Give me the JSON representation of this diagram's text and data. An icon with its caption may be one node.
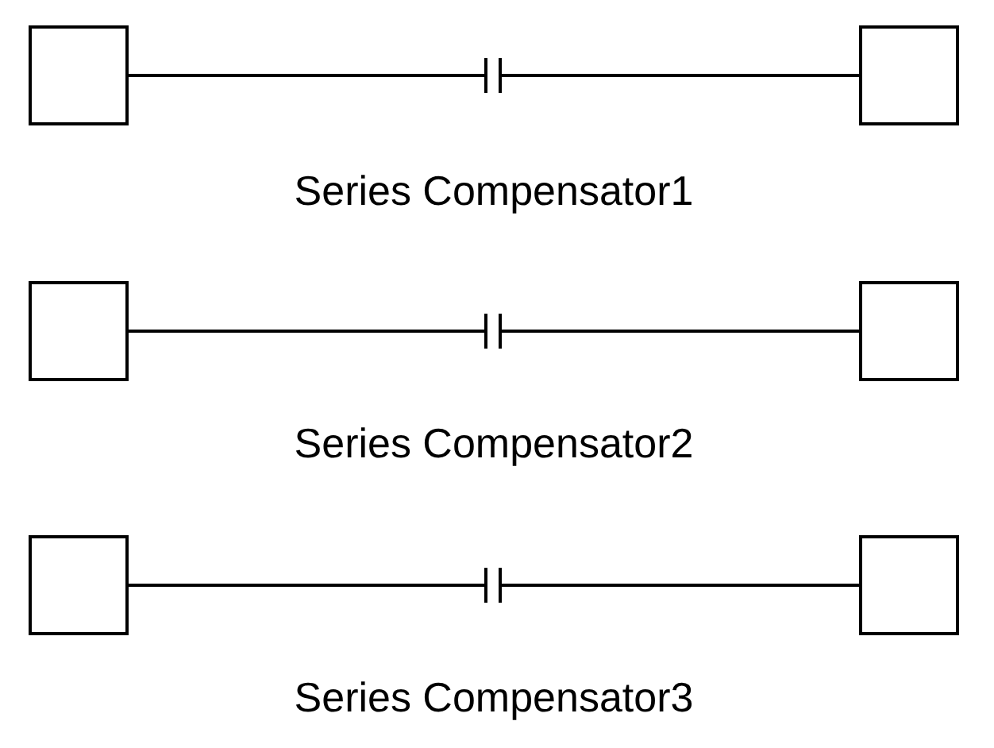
{
  "diagram": {
    "nodes": [
      {
        "text": [],
        "shape": "box"
      },
      {
        "text": [],
        "shape": "box"
      },
      {
        "text": [],
        "shape": "box"
      },
      {
        "text": [],
        "shape": "box"
      },
      {
        "text": [],
        "shape": "box"
      },
      {
        "text": [],
        "shape": "box"
      }
    ],
    "edges": [
      {
        "from": 0,
        "to": 1,
        "arrow": "none"
      },
      {
        "from": 2,
        "to": 3,
        "arrow": "none"
      },
      {
        "from": 4,
        "to": 5,
        "arrow": "none"
      }
    ],
    "labels": [
      "Series Compensator1",
      "Series Compensator2",
      "Series Compensator3"
    ]
  }
}
